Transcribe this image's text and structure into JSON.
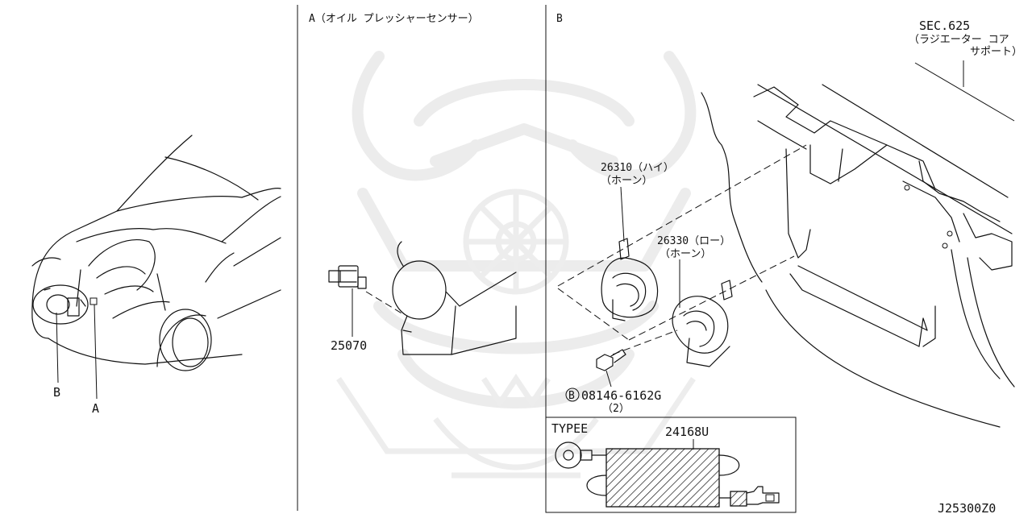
{
  "panels": {
    "panel_a": {
      "title": "A（オイル プレッシャーセンサー）"
    },
    "panel_b": {
      "title": "B"
    }
  },
  "callouts": {
    "overview_b": "B",
    "overview_a": "A",
    "oil_sensor_part": "25070",
    "sec_ref": "SEC.625",
    "sec_desc_1": "（ラジエーター コア",
    "sec_desc_2": "サポート）",
    "horn_high_part": "26310（ハイ）",
    "horn_high_name": "（ホーン）",
    "horn_low_part": "26330（ロー）",
    "horn_low_name": "（ホーン）",
    "bolt_part": "08146-6162G",
    "bolt_qty": "（2）",
    "bolt_symbol": "B",
    "type_label": "TYPEE",
    "harness_part": "24168U"
  },
  "diagram_code": "J25300Z0"
}
